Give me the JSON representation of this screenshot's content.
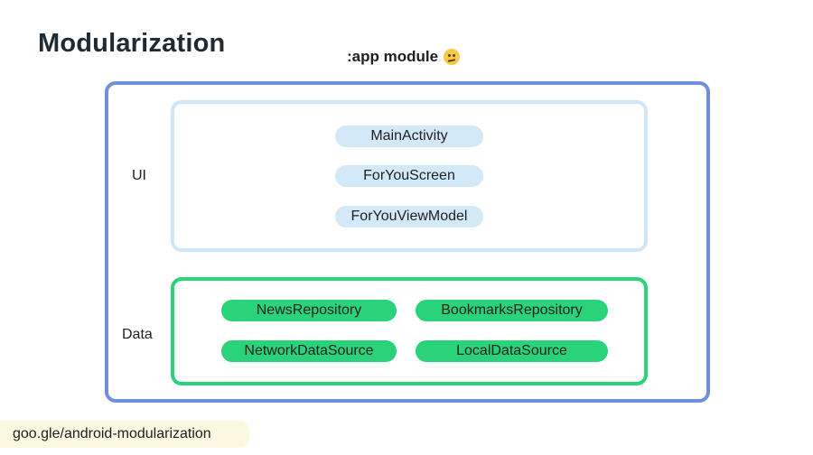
{
  "title": "Modularization",
  "subtitle": ":app module",
  "subtitle_icon": "thinking-face-icon",
  "layers": {
    "ui": {
      "label": "UI",
      "items": [
        "MainActivity",
        "ForYouScreen",
        "ForYouViewModel"
      ]
    },
    "data": {
      "label": "Data",
      "items": [
        "NewsRepository",
        "BookmarksRepository",
        "NetworkDataSource",
        "LocalDataSource"
      ]
    }
  },
  "footer_link": "goo.gle/android-modularization",
  "colors": {
    "app_module_border": "#6f8fd8",
    "ui_layer_border": "#cfe6f7",
    "ui_chip_fill": "#d4e9f8",
    "data_layer_border": "#2ad27a",
    "data_chip_fill": "#2ad27a",
    "footer_bg": "#fbf8e2"
  }
}
